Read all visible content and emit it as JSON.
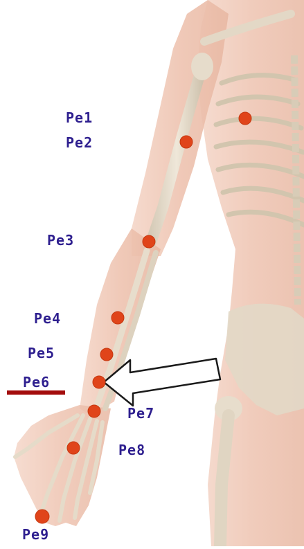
{
  "colors": {
    "label": "#2e1f8f",
    "marker": "#e0441a",
    "marker_edge": "#c5380f",
    "underline": "#a30c0c",
    "arrow_fill": "#ffffff",
    "arrow_stroke": "#1a1a1a",
    "skin": "#efc7b5",
    "bone": "#e7ddcc"
  },
  "points": {
    "pe1": "Pe1",
    "pe2": "Pe2",
    "pe3": "Pe3",
    "pe4": "Pe4",
    "pe5": "Pe5",
    "pe6": "Pe6",
    "pe7": "Pe7",
    "pe8": "Pe8",
    "pe9": "Pe9"
  },
  "highlighted_point": "pe6"
}
